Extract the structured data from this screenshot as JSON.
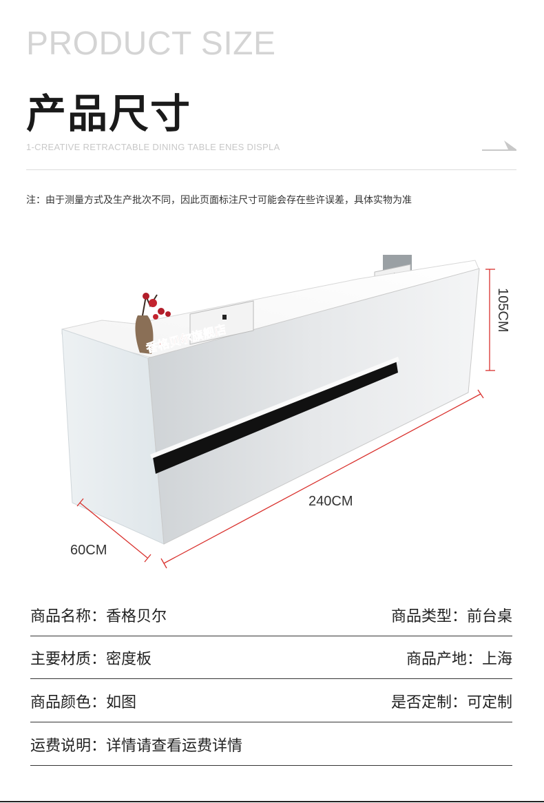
{
  "header": {
    "title_en": "PRODUCT SIZE",
    "title_cn": "产品尺寸",
    "subtitle_en": "1-CREATIVE RETRACTABLE DINING TABLE    ENES DISPLA",
    "arrow_icon": "arrow-right-icon"
  },
  "note": "注：由于测量方式及生产批次不同，因此页面标注尺寸可能会存在些许误差，具体实物为准",
  "figure": {
    "dimensions": {
      "height": "105CM",
      "length": "240CM",
      "depth": "60CM"
    },
    "watermark": "香格贝尔旗舰店",
    "colors": {
      "dimension_line": "#d9302c",
      "desk_front": "#dfe3e6",
      "desk_dark_slot": "#111111"
    }
  },
  "specs": {
    "rows": [
      {
        "left": "商品名称：香格贝尔",
        "right": "商品类型：前台桌"
      },
      {
        "left": "主要材质：密度板",
        "right": "商品产地：上海"
      },
      {
        "left": "商品颜色：如图",
        "right": "是否定制：可定制"
      },
      {
        "left": "运费说明：详情请查看运费详情",
        "right": ""
      }
    ]
  }
}
